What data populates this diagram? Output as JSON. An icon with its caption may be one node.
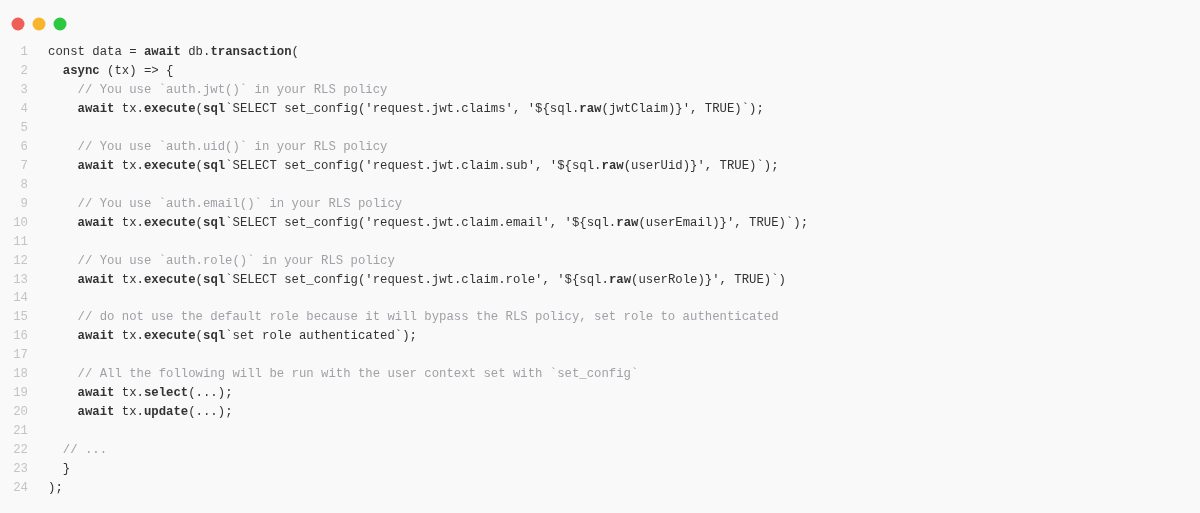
{
  "diagram": {
    "labels": [
      "1",
      "const data = **await** db.**transaction**(",
      "2",
      "**async** (tx) => {",
      "3",
      "// You use `auth.jwt()` in your RLS policy",
      "4",
      "**await** tx.**execute**(**sql**`SELECT set_config('request.jwt.claims', '${sql.**raw**(jwtClaim)}', TRUE)`);",
      "5",
      "6",
      "// You use `auth.uid()` in your RLS policy",
      "7",
      "**await** tx.**execute**(**sql**`SELECT set_config('request.jwt.claim.sub', '${sql.**raw**(userUid)}', TRUE)`);",
      "8",
      "9",
      "// You use `auth.email()` in your RLS policy",
      "10",
      "**await** tx.**execute**(**sql**`SELECT set_config('request.jwt.claim.email', '${sql.**raw**(userEmail)}', TRUE)`);",
      "11",
      "12",
      "// You use `auth.role()` in your RLS policy",
      "13",
      "**await** tx.**execute**(**sql**`SELECT set_config('request.jwt.claim.role', '${sql.**raw**(userRole)}', TRUE)`)",
      "14",
      "15",
      "// do not use the default role because it will bypass the RLS policy, set role to authenticated",
      "16",
      "**await** tx.**execute**(**sql**`set role authenticated`);",
      "17",
      "18",
      "// All the following will be run with the user context set with `set_config`",
      "19",
      "**await** tx.**select**(...);",
      "20",
      "**await** tx.**update**(...);",
      "21",
      "22",
      "// ...",
      "23",
      "}",
      "24",
      ");"
    ]
  }
}
